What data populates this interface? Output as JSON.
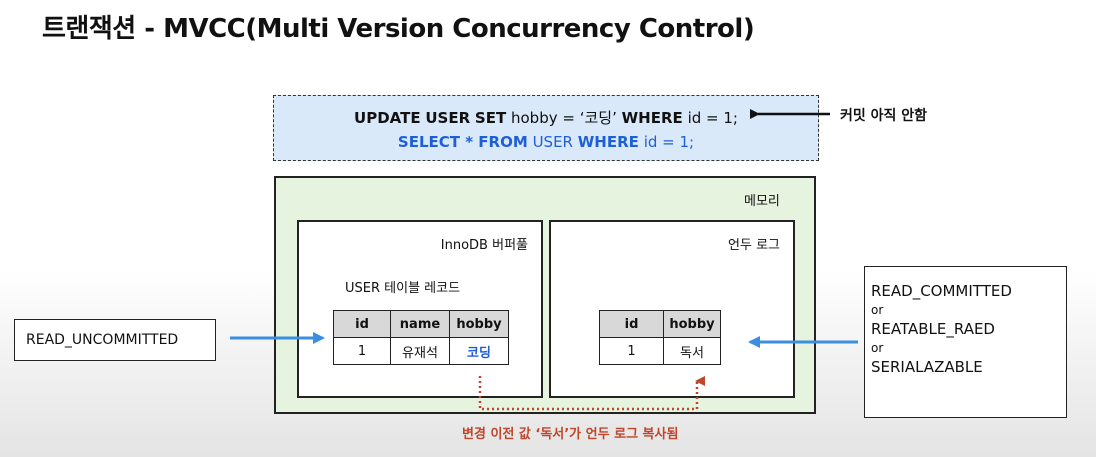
{
  "title": "트랜잭션 - MVCC(Multi Version Concurrency Control)",
  "sql": {
    "line1": {
      "update": "UPDATE",
      "user": "USER",
      "set": "SET",
      "expr": "hobby = ‘코딩’",
      "where": "WHERE",
      "cond": "id = 1;"
    },
    "line2": {
      "select": "SELECT * FROM",
      "user": "USER",
      "where": "WHERE",
      "cond": "id = 1;"
    },
    "note": "커밋 아직 안함"
  },
  "memory": {
    "label": "메모리",
    "buffer_pool": {
      "label": "InnoDB 버퍼풀",
      "table_label": "USER 테이블 레코드",
      "columns": [
        "id",
        "name",
        "hobby"
      ],
      "rows": [
        [
          "1",
          "유재석",
          "코딩"
        ]
      ]
    },
    "undo_log": {
      "label": "언두 로그",
      "columns": [
        "id",
        "hobby"
      ],
      "rows": [
        [
          "1",
          "독서"
        ]
      ]
    }
  },
  "isolation_left": "READ_UNCOMMITTED",
  "isolation_right": {
    "level1": "READ_COMMITTED",
    "or1": "or",
    "level2": "REATABLE_RAED",
    "or2": "or",
    "level3": "SERIALAZABLE"
  },
  "copy_note": "변경 이전 값 ‘독서’가 언두 로그 복사됨",
  "colors": {
    "blue": "#1f5fd6",
    "arrow_blue": "#3b8ee0",
    "red": "#c0452a"
  }
}
